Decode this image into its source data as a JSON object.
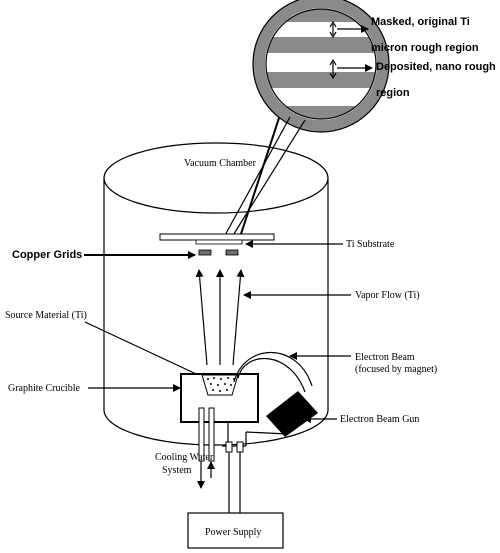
{
  "labels": {
    "masked_line1": "Masked,  original Ti",
    "masked_line2": "micron rough region",
    "deposited_line1": "Deposited, nano rough",
    "deposited_line2": "region",
    "vacuum_chamber": "Vacuum Chamber",
    "copper_grids": "Copper Grids",
    "ti_substrate": "Ti Substrate",
    "vapor_flow": "Vapor Flow (Ti)",
    "source_material": "Source Material (Ti)",
    "electron_beam_line1": "Electron Beam",
    "electron_beam_line2": "(focused by magnet)",
    "graphite_crucible": "Graphite Crucible",
    "electron_beam_gun": "Electron Beam Gun",
    "cooling_line1": "Cooling Water",
    "cooling_line2": "System",
    "power_supply": "Power Supply"
  },
  "colors": {
    "stripe_gray": "#8a8a8a",
    "gun_black": "#000000",
    "grid_gray": "#6f6f6f"
  }
}
